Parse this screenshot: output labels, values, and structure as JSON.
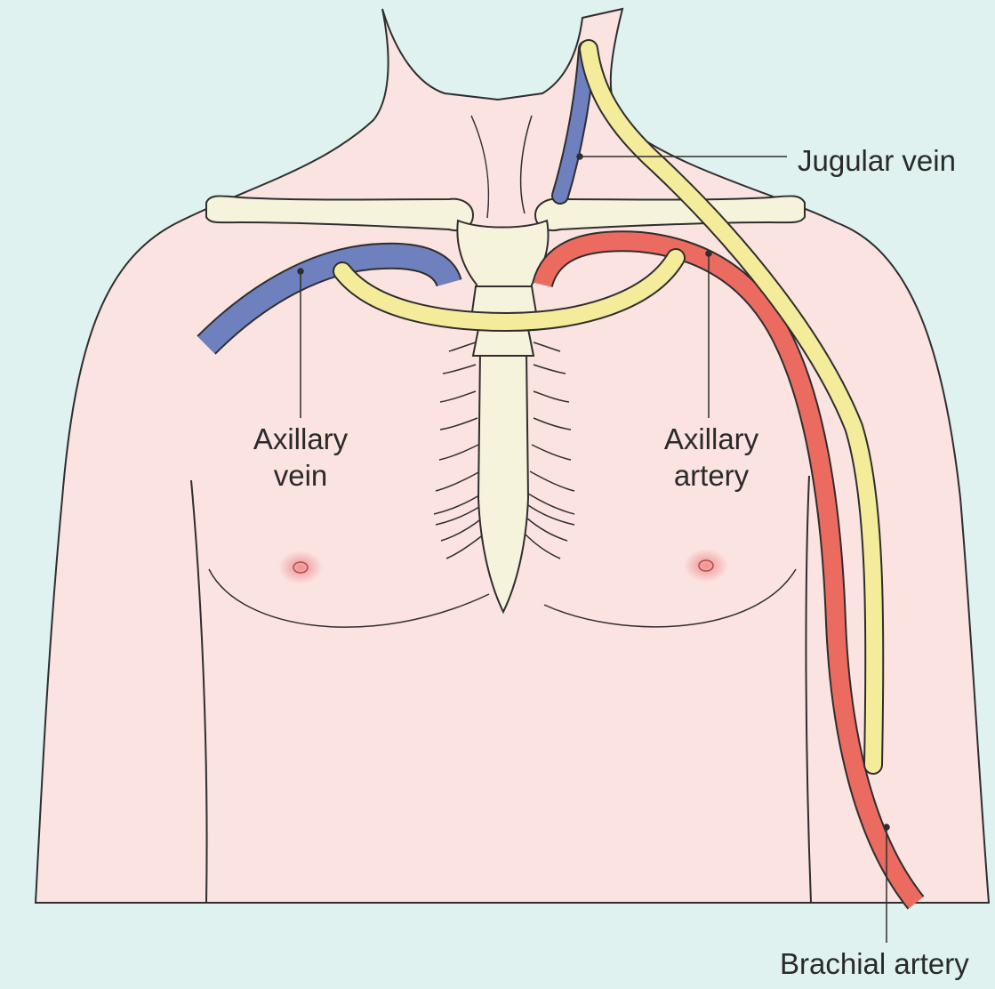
{
  "diagram": {
    "labels": {
      "jugular_vein": "Jugular vein",
      "axillary_vein_line1": "Axillary",
      "axillary_vein_line2": "vein",
      "axillary_artery_line1": "Axillary",
      "axillary_artery_line2": "artery",
      "brachial_artery": "Brachial artery"
    },
    "colors": {
      "background": "#dff2ef",
      "skin": "#fbe3e1",
      "outline": "#2e2e2e",
      "bone": "#f6f3dc",
      "vein": "#6e80be",
      "artery": "#ec6b60",
      "catheter": "#f4ec9b",
      "nipple": "#ef9b9b"
    }
  }
}
